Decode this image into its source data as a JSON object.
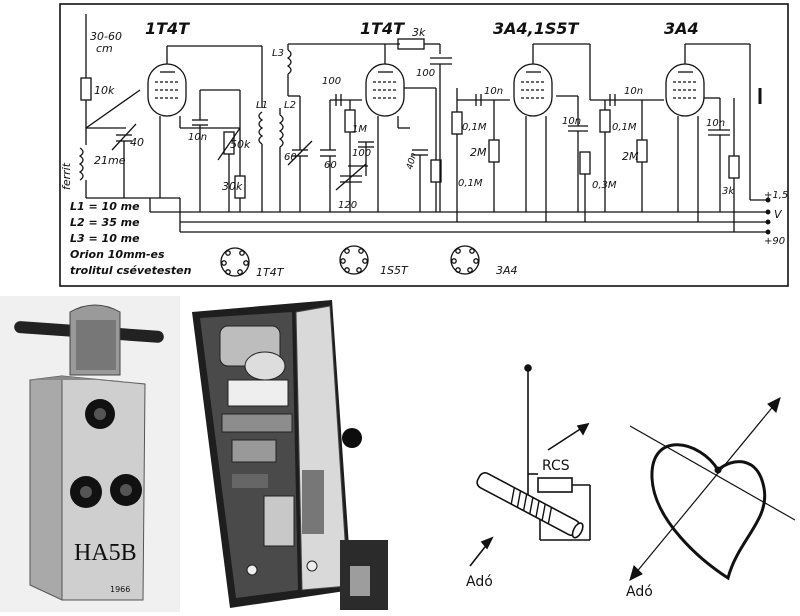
{
  "schematic": {
    "tube_labels": [
      "1T4T",
      "1T4T",
      "3A4,1S5T",
      "3A4"
    ],
    "antenna_length": [
      "30-60",
      "cm"
    ],
    "ferrit_label": "ferrit",
    "components": {
      "r_10k": "10k",
      "c_40": "40",
      "l_21me": "21me",
      "c_10n_a": "10n",
      "r_50k": "50k",
      "r_30k": "30k",
      "l1": "L1",
      "l2": "L2",
      "l3": "L3",
      "c_60": "60",
      "c_100_a": "100",
      "r_1m": "1M",
      "c_60_b": "60",
      "c_100_b": "100",
      "c_120": "120",
      "r_3k_top": "3k",
      "c_100_top": "100",
      "c_40n": "40n",
      "r_0_1m_a": "0,1M",
      "c_10n_b": "10n",
      "r_2m_a": "2M",
      "r_0_1m_b": "0,1M",
      "c_10n_c": "10n",
      "r_0_3m": "0,3M",
      "c_10n_d": "10n",
      "r_0_1m_c": "0,1M",
      "r_2m_b": "2M",
      "c_10n_e": "10n",
      "r_3k_out": "3k"
    },
    "supply": [
      "+1,5",
      "V",
      "+90"
    ],
    "specs": [
      "L1 = 10 me",
      "L2 = 35 me",
      "L3 = 10 me",
      "Orion 10mm-es",
      "trolitul csévetesten"
    ],
    "socket_labels": [
      "1T4T",
      "1S5T",
      "3A4"
    ]
  },
  "photos": {
    "case_marking": "HA5B",
    "case_small": "1966"
  },
  "diagrams": {
    "resistor_label": "RCS",
    "transmitter_label_a": "Adó",
    "transmitter_label_b": "Adó"
  }
}
